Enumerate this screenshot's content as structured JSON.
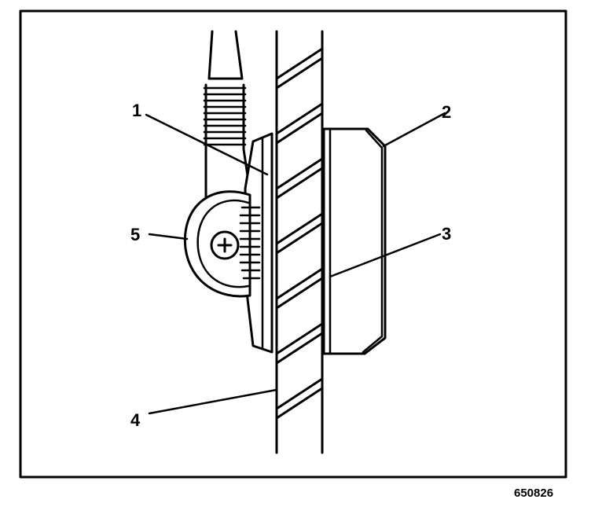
{
  "callouts": {
    "c1": "1",
    "c2": "2",
    "c3": "3",
    "c4": "4",
    "c5": "5"
  },
  "figure_id": "650826",
  "colors": {
    "ink": "#000000",
    "paper": "#ffffff"
  }
}
